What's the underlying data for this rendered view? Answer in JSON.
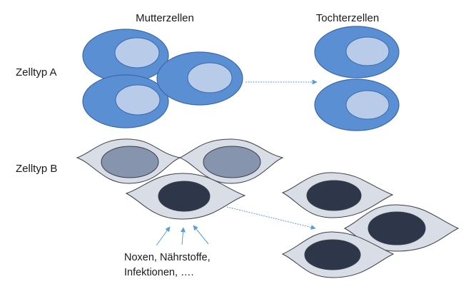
{
  "headers": {
    "mother": "Mutterzellen",
    "daughter": "Tochterzellen"
  },
  "rows": {
    "type_a": "Zelltyp  A",
    "type_b": "Zelltyp  B"
  },
  "influences": {
    "line1": "Noxen,  Nährstoffe,",
    "line2": "Infektionen,  …."
  },
  "colors": {
    "cell_a_body": "#5b8fd3",
    "cell_a_outline": "#3a6aa8",
    "cell_a_nucleus": "#b8cbe9",
    "cell_b_body": "#d9dde6",
    "cell_b_outline": "#3b3f4a",
    "cell_b_nucleus_light": "#8794ad",
    "cell_b_nucleus_dark": "#2d3749",
    "arrow": "#5b9bd5"
  }
}
